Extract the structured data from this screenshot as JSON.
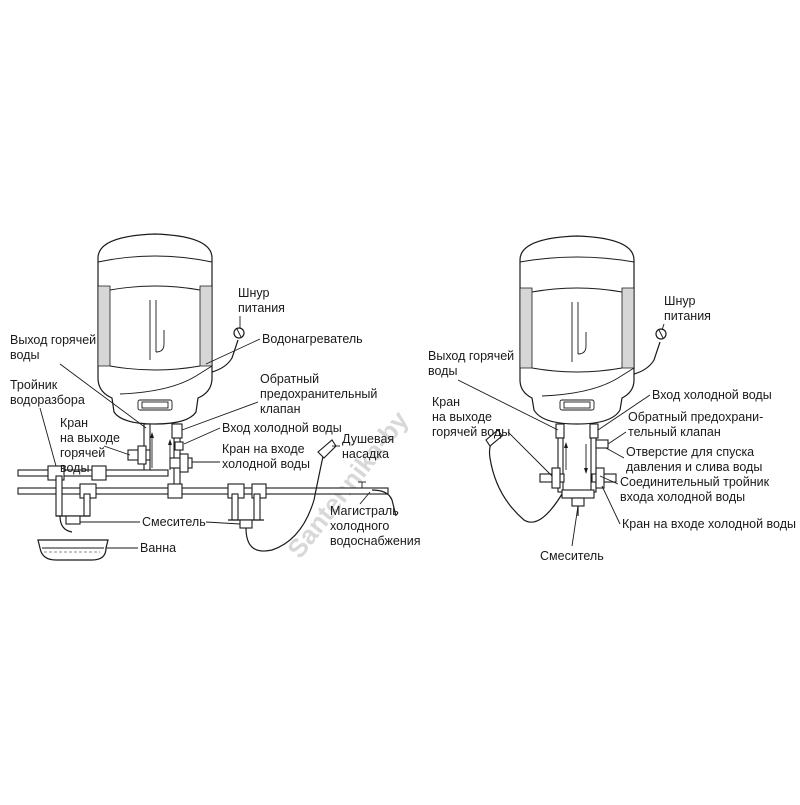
{
  "watermark": "Santehnika-by",
  "left_diagram": {
    "labels": {
      "power_cord": [
        "Шнур",
        "питания"
      ],
      "hot_outlet": [
        "Выход горячей",
        "воды"
      ],
      "heater": [
        "Водонагреватель"
      ],
      "tee": [
        "Тройник",
        "водоразбора"
      ],
      "check_valve": [
        "Обратный",
        "предохранительный",
        "клапан"
      ],
      "hot_tap": [
        "Кран",
        "на выходе",
        "горячей",
        "воды"
      ],
      "cold_inlet": [
        "Вход холодной воды"
      ],
      "cold_tap": [
        "Кран на входе",
        "холодной воды"
      ],
      "shower": [
        "Душевая",
        "насадка"
      ],
      "mixer": [
        "Смеситель"
      ],
      "main": [
        "Магистраль",
        "холодного",
        "водоснабжения"
      ],
      "bath": [
        "Ванна"
      ]
    }
  },
  "right_diagram": {
    "labels": {
      "power_cord": [
        "Шнур",
        "питания"
      ],
      "hot_outlet": [
        "Выход горячей",
        "воды"
      ],
      "cold_inlet": [
        "Вход холодной воды"
      ],
      "hot_tap": [
        "Кран",
        "на выходе",
        "горячей воды"
      ],
      "check_valve": [
        "Обратный предохрани-",
        "тельный клапан"
      ],
      "drain_hole": [
        "Отверстие для спуска",
        "давления и слива воды"
      ],
      "tee": [
        "Соединительный тройник",
        "входа холодной воды"
      ],
      "cold_tap": [
        "Кран на входе холодной воды"
      ],
      "mixer": [
        "Смеситель"
      ]
    }
  }
}
